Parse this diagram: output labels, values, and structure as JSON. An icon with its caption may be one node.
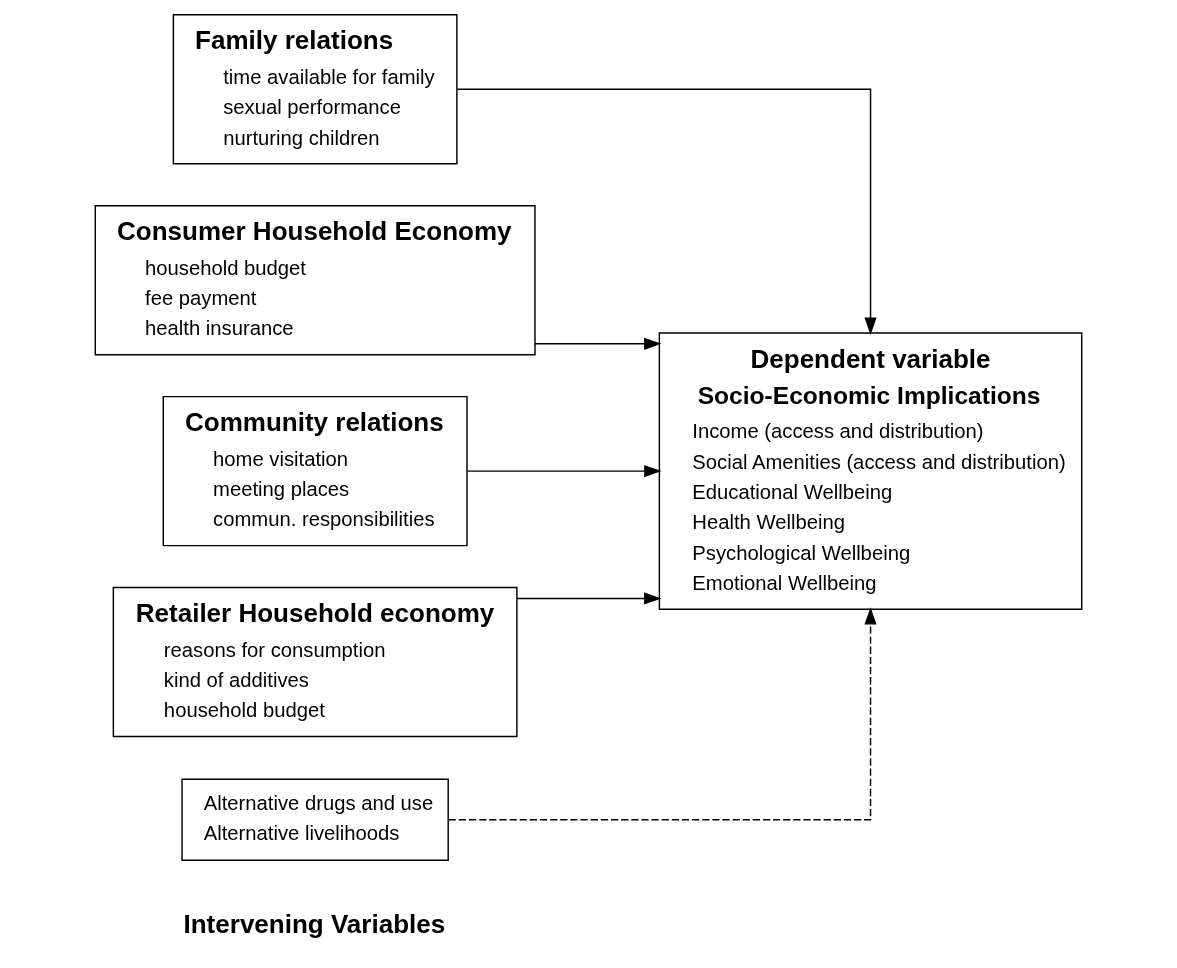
{
  "diagram": {
    "nodes": [
      {
        "text": [
          "Family relations",
          "time available for family",
          "sexual performance",
          "nurturing children"
        ]
      },
      {
        "text": [
          "Consumer Household Economy",
          "household budget",
          "fee payment",
          "health insurance"
        ]
      },
      {
        "text": [
          "Community relations",
          "home visitation",
          "meeting places",
          "commun. responsibilities"
        ]
      },
      {
        "text": [
          "Retailer Household economy",
          "reasons for consumption",
          "kind of additives",
          "household budget"
        ]
      },
      {
        "text": [
          "Dependent variable",
          "Socio-Economic Implications",
          "Income (access and distribution)",
          "Social Amenities (access and distribution)",
          "Educational Wellbeing",
          "Health Wellbeing",
          "Psychological Wellbeing",
          "Emotional Wellbeing"
        ]
      },
      {
        "text": [
          "Alternative drugs and use",
          "Alternative livelihoods"
        ]
      }
    ],
    "edges": [
      {
        "from": 0,
        "to": 4,
        "arrow": "to"
      },
      {
        "from": 1,
        "to": 4,
        "arrow": "to"
      },
      {
        "from": 2,
        "to": 4,
        "arrow": "to"
      },
      {
        "from": 3,
        "to": 4,
        "arrow": "to"
      },
      {
        "from": 5,
        "to": 4,
        "arrow": "to",
        "style": "dashed"
      }
    ],
    "labels": [
      "Intervening Variables"
    ]
  }
}
